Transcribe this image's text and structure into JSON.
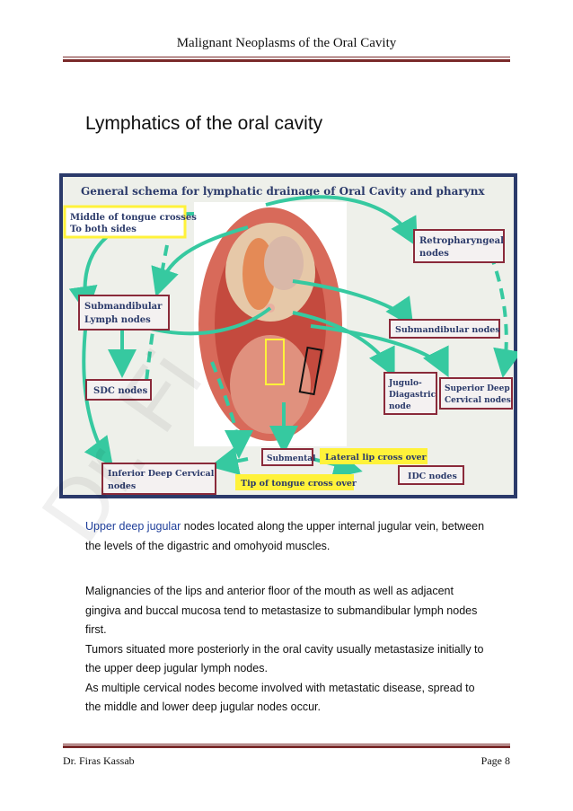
{
  "header": {
    "title": "Malignant Neoplasms of the Oral Cavity"
  },
  "section": {
    "heading": "Lymphatics of the oral cavity"
  },
  "figure": {
    "title": "General schema for lymphatic drainage of Oral Cavity and pharynx",
    "labels": {
      "middle_tongue_1": "Middle of tongue crosses",
      "middle_tongue_2": "To both sides",
      "retro_1": "Retropharyngeal",
      "retro_2": "nodes",
      "submand_lymph_1": "Submandibular",
      "submand_lymph_2": "Lymph nodes",
      "submand_nodes": "Submandibular nodes",
      "sdc": "SDC nodes",
      "jugulo_1": "Jugulo-",
      "jugulo_2": "Diagastric",
      "jugulo_3": "node",
      "superior_1": "Superior Deep",
      "superior_2": "Cervical nodes",
      "inferior_1": "Inferior Deep Cervical",
      "inferior_2": "nodes",
      "submental": "Submental",
      "lateral_lip": "Lateral lip cross over",
      "tip_tongue": "Tip of tongue cross over",
      "idc": "IDC nodes"
    },
    "colors": {
      "background": "#eef0ea",
      "frame": "#2b3a6a",
      "arrow": "#36c9a0",
      "box_border": "#8a2a3a",
      "yellow": "#fff23a"
    }
  },
  "body": {
    "p1_blue": "Upper deep jugular",
    "p1_rest": " nodes located along the upper internal jugular vein, between",
    "p1_line2": "the levels of the digastric and omohyoid muscles.",
    "p2_line1": "Malignancies of the lips and anterior floor of the mouth as well as adjacent",
    "p2_line2": "gingiva and buccal mucosa tend to metastasize to submandibular lymph nodes",
    "p2_line3": "first.",
    "p3_line1": "Tumors situated more posteriorly in the oral cavity usually metastasize initially to",
    "p3_line2": "the upper deep jugular lymph nodes.",
    "p4_line1": "As multiple cervical nodes become involved with metastatic disease, spread to",
    "p4_line2": "the middle and lower deep jugular nodes occur."
  },
  "footer": {
    "author": "Dr. Firas Kassab",
    "page": "Page 8"
  },
  "watermark": {
    "text": "Dr. Fi"
  }
}
